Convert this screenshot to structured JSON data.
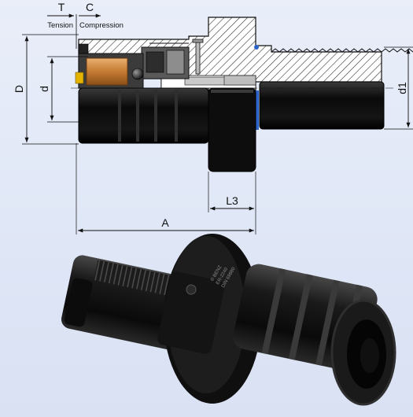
{
  "labels": {
    "T": "T",
    "C": "C",
    "tension": "Tension",
    "compression": "Compression",
    "D": "D",
    "d": "d",
    "d1": "d1",
    "L3": "L3",
    "A": "A"
  },
  "photo": {
    "engraving": [
      "© BENZ",
      "ER-2240",
      "DIN 69880"
    ]
  },
  "colors": {
    "background": "#e1e7f6",
    "steel_black": "#0d0d0d",
    "bronze_insert": "#c8823a",
    "seal_blue": "#2c63c9",
    "hatch": "#222222"
  }
}
